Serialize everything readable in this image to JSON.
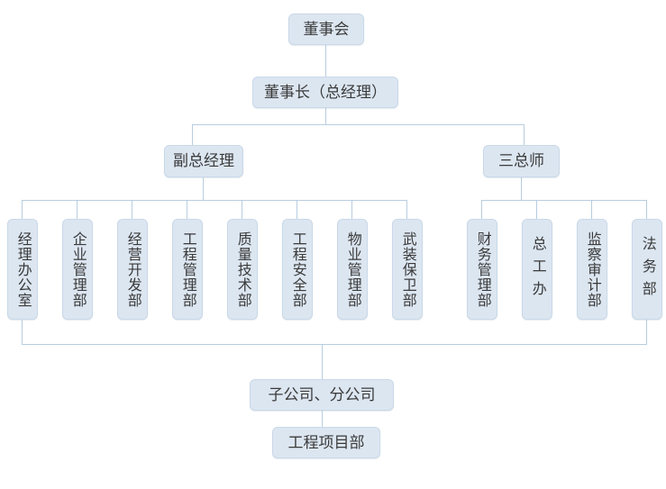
{
  "meta": {
    "title": "组织架构图",
    "colors": {
      "node_fill": "#dce6f1",
      "node_border": "#c9d8e8",
      "connector": "#b8cde0",
      "text": "#3a3a3a",
      "background": "#ffffff"
    }
  },
  "nodes": {
    "board": {
      "label": "董事会"
    },
    "chairman": {
      "label": "董事长（总经理）"
    },
    "vice_gm": {
      "label": "副总经理"
    },
    "three_chiefs": {
      "label": "三总师"
    },
    "subsidiary": {
      "label": "子公司、分公司"
    },
    "project_dept": {
      "label": "工程项目部"
    }
  },
  "departments_left": [
    {
      "label": "经理办公室",
      "spaced": false
    },
    {
      "label": "企业管理部",
      "spaced": false
    },
    {
      "label": "经营开发部",
      "spaced": false
    },
    {
      "label": "工程管理部",
      "spaced": false
    },
    {
      "label": "质量技术部",
      "spaced": false
    },
    {
      "label": "工程安全部",
      "spaced": false
    },
    {
      "label": "物业管理部",
      "spaced": false
    },
    {
      "label": "武装保卫部",
      "spaced": false
    }
  ],
  "departments_right": [
    {
      "label": "财务管理部",
      "spaced": false
    },
    {
      "label": "总工办",
      "spaced": true
    },
    {
      "label": "监察审计部",
      "spaced": false
    },
    {
      "label": "法务部",
      "spaced": true
    }
  ]
}
